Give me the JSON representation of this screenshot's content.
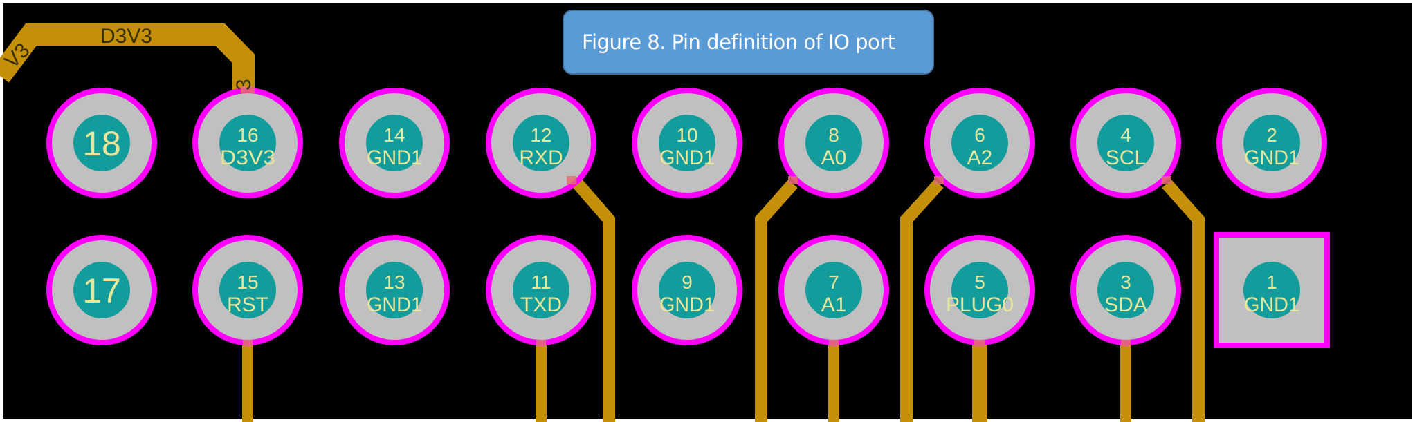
{
  "title": "Figure 8. Pin definition of IO port",
  "colors": {
    "background": "#000000",
    "pad_copper": "#c0c0c0",
    "pad_outline": "#ff00ff",
    "drill": "#139c9c",
    "label": "#e8e69a",
    "trace": "#c4900a",
    "trace_pad_overlap": "#e07070",
    "title_box": "#5b9bd5"
  },
  "trace_labels": [
    {
      "id": "d3v3-main",
      "text": "D3V3"
    },
    {
      "id": "d3v3-left",
      "text": "V3"
    },
    {
      "id": "d3v3-drop",
      "text": "3"
    }
  ],
  "pins": [
    {
      "number": "18",
      "net": "",
      "row": "top",
      "col": 0,
      "shape": "round"
    },
    {
      "number": "16",
      "net": "D3V3",
      "row": "top",
      "col": 1,
      "shape": "round"
    },
    {
      "number": "14",
      "net": "GND1",
      "row": "top",
      "col": 2,
      "shape": "round"
    },
    {
      "number": "12",
      "net": "RXD",
      "row": "top",
      "col": 3,
      "shape": "round"
    },
    {
      "number": "10",
      "net": "GND1",
      "row": "top",
      "col": 4,
      "shape": "round"
    },
    {
      "number": "8",
      "net": "A0",
      "row": "top",
      "col": 5,
      "shape": "round"
    },
    {
      "number": "6",
      "net": "A2",
      "row": "top",
      "col": 6,
      "shape": "round"
    },
    {
      "number": "4",
      "net": "SCL",
      "row": "top",
      "col": 7,
      "shape": "round"
    },
    {
      "number": "2",
      "net": "GND1",
      "row": "top",
      "col": 8,
      "shape": "round"
    },
    {
      "number": "17",
      "net": "",
      "row": "bottom",
      "col": 0,
      "shape": "round"
    },
    {
      "number": "15",
      "net": "RST",
      "row": "bottom",
      "col": 1,
      "shape": "round"
    },
    {
      "number": "13",
      "net": "GND1",
      "row": "bottom",
      "col": 2,
      "shape": "round"
    },
    {
      "number": "11",
      "net": "TXD",
      "row": "bottom",
      "col": 3,
      "shape": "round"
    },
    {
      "number": "9",
      "net": "GND1",
      "row": "bottom",
      "col": 4,
      "shape": "round"
    },
    {
      "number": "7",
      "net": "A1",
      "row": "bottom",
      "col": 5,
      "shape": "round"
    },
    {
      "number": "5",
      "net": "PLUG0",
      "row": "bottom",
      "col": 6,
      "shape": "round"
    },
    {
      "number": "3",
      "net": "SDA",
      "row": "bottom",
      "col": 7,
      "shape": "round"
    },
    {
      "number": "1",
      "net": "GND1",
      "row": "bottom",
      "col": 8,
      "shape": "square"
    }
  ],
  "traces": [
    {
      "net": "D3V3",
      "from_pin": "16",
      "route": "top-left bus"
    },
    {
      "net": "RXD",
      "from_pin": "12",
      "route": "down-right"
    },
    {
      "net": "A0",
      "from_pin": "8",
      "route": "down-left"
    },
    {
      "net": "A2",
      "from_pin": "6",
      "route": "down-left"
    },
    {
      "net": "SCL",
      "from_pin": "4",
      "route": "down-right"
    },
    {
      "net": "RST",
      "from_pin": "15",
      "route": "down"
    },
    {
      "net": "TXD",
      "from_pin": "11",
      "route": "down"
    },
    {
      "net": "A1",
      "from_pin": "7",
      "route": "down"
    },
    {
      "net": "PLUG0",
      "from_pin": "5",
      "route": "down"
    },
    {
      "net": "SDA",
      "from_pin": "3",
      "route": "down"
    }
  ]
}
